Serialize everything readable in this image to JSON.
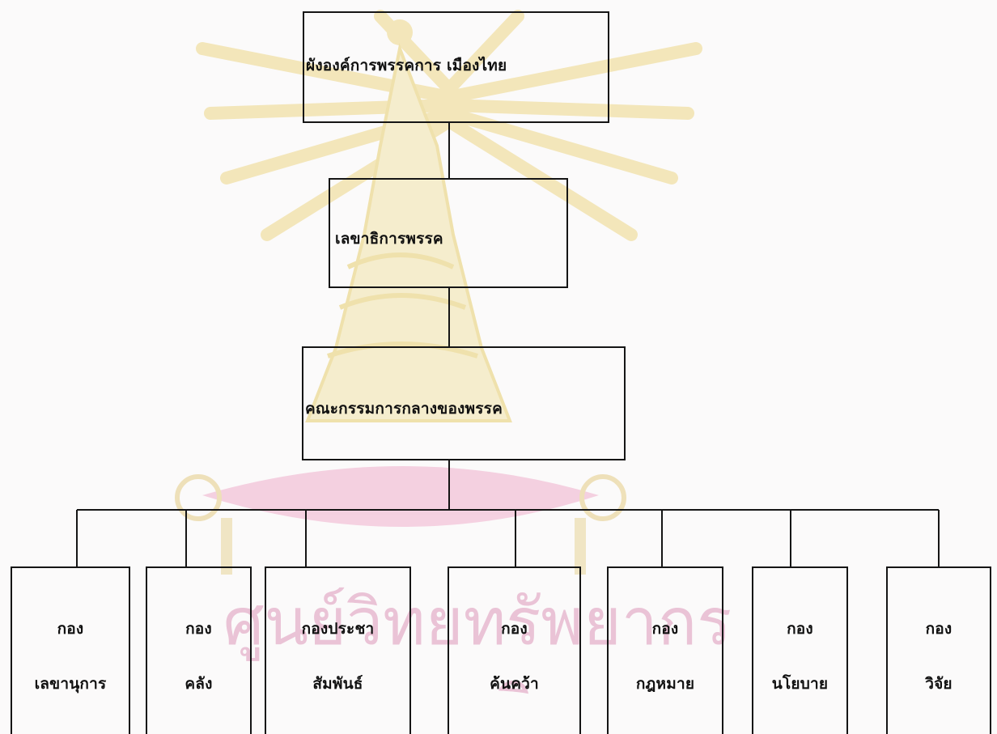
{
  "diagram": {
    "title": "ผังองค์การพรรคการ เมืองไทย",
    "level1": "เลขาธิการพรรค",
    "level2": "คณะกรรมการกลางของพรรค",
    "divisions": [
      {
        "line1": "กอง",
        "line2": "เลขานุการ"
      },
      {
        "line1": "กอง",
        "line2": "คลัง"
      },
      {
        "line1": "กองประชา",
        "line2": "สัมพันธ์"
      },
      {
        "line1": "กอง",
        "line2": "ค้นคว้า"
      },
      {
        "line1": "กอง",
        "line2": "กฎหมาย"
      },
      {
        "line1": "กอง",
        "line2": "นโยบาย"
      },
      {
        "line1": "กอง",
        "line2": "วิจัย"
      }
    ]
  },
  "watermark": {
    "text": "ศูนย์วิทยทรัพยากร",
    "colors": {
      "emblem": "#f2e3b0",
      "band": "#f3c9dc",
      "text": "#eac3d6"
    }
  }
}
